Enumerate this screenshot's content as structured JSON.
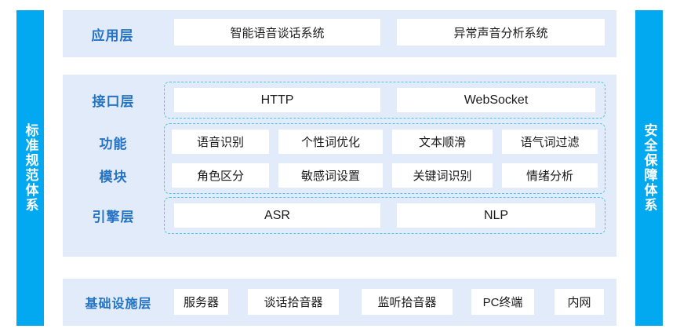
{
  "sidebars": {
    "left": {
      "label": "标准规范体系"
    },
    "right": {
      "label": "安全保障体系"
    }
  },
  "layers": {
    "application": {
      "label": "应用层",
      "items": [
        {
          "label": "智能语音谈话系统"
        },
        {
          "label": "异常声音分析系统"
        }
      ]
    },
    "interface": {
      "label": "接口层",
      "items": [
        {
          "label": "HTTP"
        },
        {
          "label": "WebSocket"
        }
      ]
    },
    "function_module": {
      "label_line1": "功能",
      "label_line2": "模块",
      "rows": [
        [
          {
            "label": "语音识别"
          },
          {
            "label": "个性词优化"
          },
          {
            "label": "文本顺滑"
          },
          {
            "label": "语气词过滤"
          }
        ],
        [
          {
            "label": "角色区分"
          },
          {
            "label": "敏感词设置"
          },
          {
            "label": "关键词识别"
          },
          {
            "label": "情绪分析"
          }
        ]
      ]
    },
    "engine": {
      "label": "引擎层",
      "items": [
        {
          "label": "ASR"
        },
        {
          "label": "NLP"
        }
      ]
    },
    "infrastructure": {
      "label": "基础设施层",
      "items": [
        {
          "label": "服务器"
        },
        {
          "label": "谈话拾音器"
        },
        {
          "label": "监听拾音器"
        },
        {
          "label": "PC终端"
        },
        {
          "label": "内网"
        }
      ]
    }
  },
  "colors": {
    "sidebar_blue": "#03a9f0",
    "panel_bg": "#e2ebf9",
    "label_blue": "#2573c4",
    "dashed_border": "#4ec3ef",
    "box_white": "#ffffff",
    "page_bg": "#ffffff"
  }
}
